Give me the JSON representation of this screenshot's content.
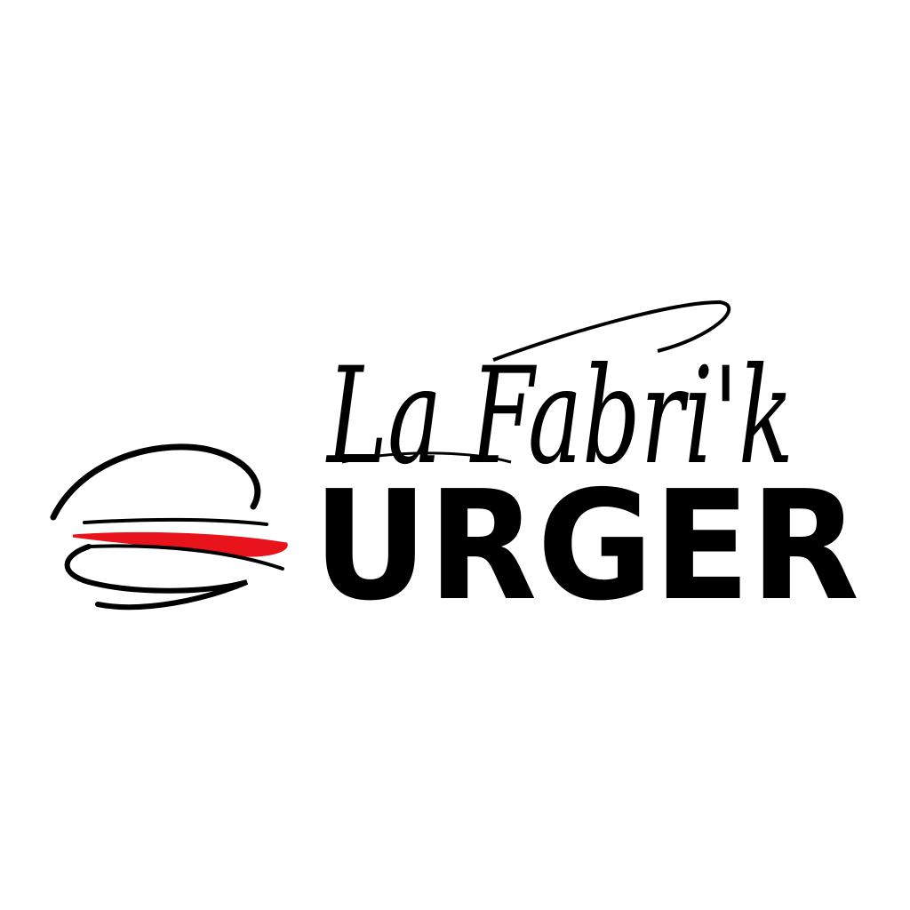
{
  "logo": {
    "script_line": "La Fabri'k",
    "word": "URGER",
    "full_name": "La Fabri'k BURGER",
    "colors": {
      "ink": "#000000",
      "accent": "#e8131b",
      "background": "#ffffff"
    }
  }
}
